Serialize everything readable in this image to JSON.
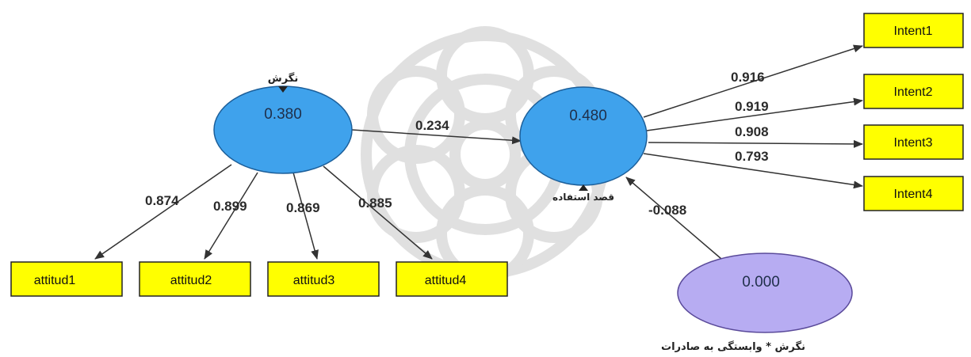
{
  "colors": {
    "latent_fill": "#3fa2ec",
    "moderator_fill": "#b7acf2",
    "indicator_fill": "#ffff00",
    "edge": "#333333",
    "watermark": "#dcdcdc"
  },
  "latents": {
    "attitude": {
      "value": "0.380",
      "label": "نگرش"
    },
    "intention": {
      "value": "0.480",
      "label": "قصد استفاده"
    },
    "moderator": {
      "value": "0.000",
      "label": "نگرش * وابستگی به صادرات"
    }
  },
  "indicators": {
    "attitud1": "attitud1",
    "attitud2": "attitud2",
    "attitud3": "attitud3",
    "attitud4": "attitud4",
    "intent1": "Intent1",
    "intent2": "Intent2",
    "intent3": "Intent3",
    "intent4": "Intent4"
  },
  "paths": {
    "attitude_intention": "0.234",
    "moderator_intention": "-0.088",
    "loading_attitud1": "0.874",
    "loading_attitud2": "0.899",
    "loading_attitud3": "0.869",
    "loading_attitud4": "0.885",
    "loading_intent1": "0.916",
    "loading_intent2": "0.919",
    "loading_intent3": "0.908",
    "loading_intent4": "0.793"
  }
}
